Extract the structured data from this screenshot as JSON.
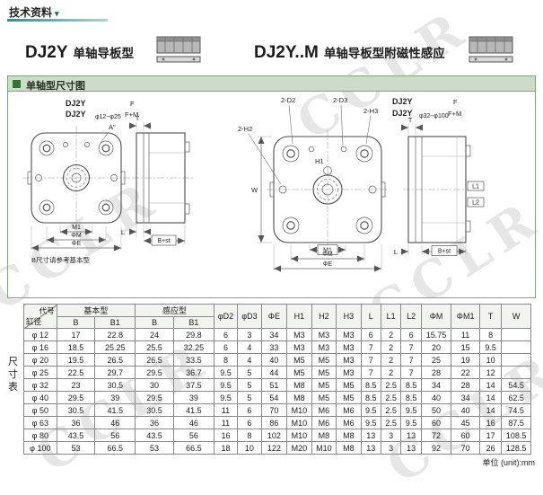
{
  "page": {
    "breadcrumb": "技术资料",
    "breadcrumb_arrow": "▾",
    "section_title": "单轴型尺寸图",
    "side_label": "尺寸表",
    "unit_note": "单位 (unit):mm",
    "watermark": "CCLR"
  },
  "products": {
    "left": {
      "model": "DJ2Y",
      "name": "单轴导板型"
    },
    "right": {
      "model": "DJ2Y..M",
      "name": "单轴导板型附磁性感应"
    }
  },
  "diagram": {
    "left": {
      "model1": "DJ2Y",
      "model2": "DJ2Y",
      "bore": "φ12~φ25",
      "variant1": "F",
      "variant2": "F+M",
      "corner": "A\"",
      "m1": "M1",
      "phim": "ΦM",
      "phie": "ΦE",
      "t": "T",
      "l": "L",
      "bst": "B+st",
      "note": "B尺寸请参考基本型"
    },
    "right": {
      "model1": "DJ2Y",
      "model2": "DJ2Y",
      "bore": "φ32~φ100",
      "variant1": "F",
      "variant2": "F+M",
      "d2": "2-D2",
      "d3": "2-D3",
      "h3": "2-H3",
      "h2": "2-H2",
      "h1": "H1",
      "w": "W",
      "m1": "M1",
      "phim": "ΦM",
      "phie": "ΦE",
      "t": "T",
      "l": "L",
      "l1": "L1",
      "l2": "L2",
      "bst": "B+st"
    }
  },
  "table": {
    "header": {
      "code": "代号",
      "bore": "缸径",
      "basic": "基本型",
      "sensing": "感应型",
      "b": "B",
      "b1": "B1",
      "cols": [
        "φD2",
        "φD3",
        "ΦE",
        "H1",
        "H2",
        "H3",
        "L",
        "L1",
        "L2",
        "ΦM",
        "ΦM1",
        "T",
        "W"
      ]
    },
    "rows": [
      [
        "φ 12",
        "17",
        "22.8",
        "24",
        "29.8",
        "6",
        "3",
        "34",
        "M3",
        "M3",
        "M3",
        "6",
        "2",
        "6",
        "15.75",
        "11",
        "8",
        ""
      ],
      [
        "φ 16",
        "18.5",
        "25.25",
        "25.5",
        "32.25",
        "6",
        "4",
        "33",
        "M3",
        "M3",
        "M3",
        "7",
        "2",
        "7",
        "20",
        "15",
        "9.5",
        ""
      ],
      [
        "φ 20",
        "19.5",
        "26.5",
        "26.5",
        "33.5",
        "8",
        "4",
        "40",
        "M5",
        "M5",
        "M3",
        "7",
        "2",
        "7",
        "25",
        "19",
        "10",
        ""
      ],
      [
        "φ 25",
        "22.5",
        "29.7",
        "29.5",
        "36.7",
        "9.5",
        "5",
        "44",
        "M5",
        "M5",
        "M3",
        "7",
        "2",
        "7",
        "28",
        "22",
        "12",
        ""
      ],
      [
        "φ 32",
        "23",
        "30.5",
        "30",
        "37.5",
        "9.5",
        "5",
        "51",
        "M8",
        "M5",
        "M5",
        "8.5",
        "2.5",
        "8.5",
        "34",
        "28",
        "14",
        "54.5"
      ],
      [
        "φ 40",
        "29.5",
        "39",
        "29.5",
        "39",
        "9.5",
        "5",
        "54",
        "M8",
        "M5",
        "M5",
        "8.5",
        "2.5",
        "8.5",
        "40",
        "34",
        "14",
        "62.5"
      ],
      [
        "φ 50",
        "30.5",
        "41.5",
        "30.5",
        "41.5",
        "11",
        "6",
        "70",
        "M10",
        "M6",
        "M6",
        "9.5",
        "2.5",
        "9.5",
        "50",
        "40",
        "14",
        "74.5"
      ],
      [
        "φ 63",
        "36",
        "46",
        "36",
        "46",
        "11",
        "6",
        "86",
        "M10",
        "M6",
        "M6",
        "9.5",
        "2.5",
        "9.5",
        "60",
        "45",
        "16",
        "87.5"
      ],
      [
        "φ 80",
        "43.5",
        "56",
        "43.5",
        "56",
        "16",
        "8",
        "102",
        "M10",
        "M8",
        "M8",
        "13",
        "3",
        "13",
        "72",
        "60",
        "17",
        "108.5"
      ],
      [
        "φ 100",
        "53",
        "66.5",
        "53",
        "66.5",
        "18",
        "10",
        "122",
        "M20",
        "M10",
        "M8",
        "13",
        "3",
        "13",
        "92",
        "70",
        "26",
        "128.5"
      ]
    ]
  }
}
